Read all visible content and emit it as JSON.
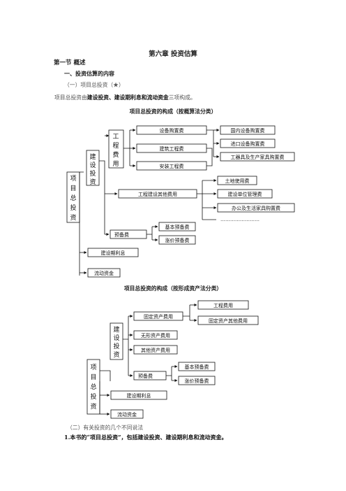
{
  "heading": {
    "chapter": "第六章  投资估算",
    "section": "第一节  概述",
    "sub1": "一、投资估算的内容",
    "sub2": "（一）项目总投资（★）"
  },
  "intro": {
    "prefix": "项目总投资由",
    "bold": "建设投资、建设期利息和流动资金",
    "suffix": "三项构成。"
  },
  "diagram1": {
    "title": "项目总投资的构成（按概算法分类）",
    "root": "项目总投资",
    "build": "建设投资",
    "engineering": "工程费用",
    "equip": "设备购置费",
    "construct": "建筑工程费",
    "install": "安装工程费",
    "domestic": "国内设备购置费",
    "imported": "进口设备购置费",
    "tools": "工器具及生产家具购置费",
    "other": "工程建设其他费用",
    "land": "土地使用费",
    "mgmt": "建设单位管理费",
    "office": "办公及生活家具购置费",
    "dots": "……………………",
    "reserve": "预备费",
    "basic": "基本预备费",
    "price": "涨价预备费",
    "interest": "建设期利息",
    "liquid": "流动资金"
  },
  "diagram2": {
    "title": "项目总投资的构成（按形成资产法分类）",
    "root": "项目总投资",
    "build": "建设投资",
    "fixed": "固定资产费用",
    "eng": "工程费用",
    "fixed_other": "固定资产其他费用",
    "intangible": "无形资产费用",
    "other_asset": "其他资产费用",
    "reserve": "预备费",
    "basic": "基本预备费",
    "price": "涨价预备费",
    "interest": "建设期利息",
    "liquid": "流动资金"
  },
  "footer": {
    "sub3": "（二）有关投资的几个不同说法",
    "note": "1.本书的“项目总投资”，包括建设投资、建设期利息和流动资金。"
  }
}
